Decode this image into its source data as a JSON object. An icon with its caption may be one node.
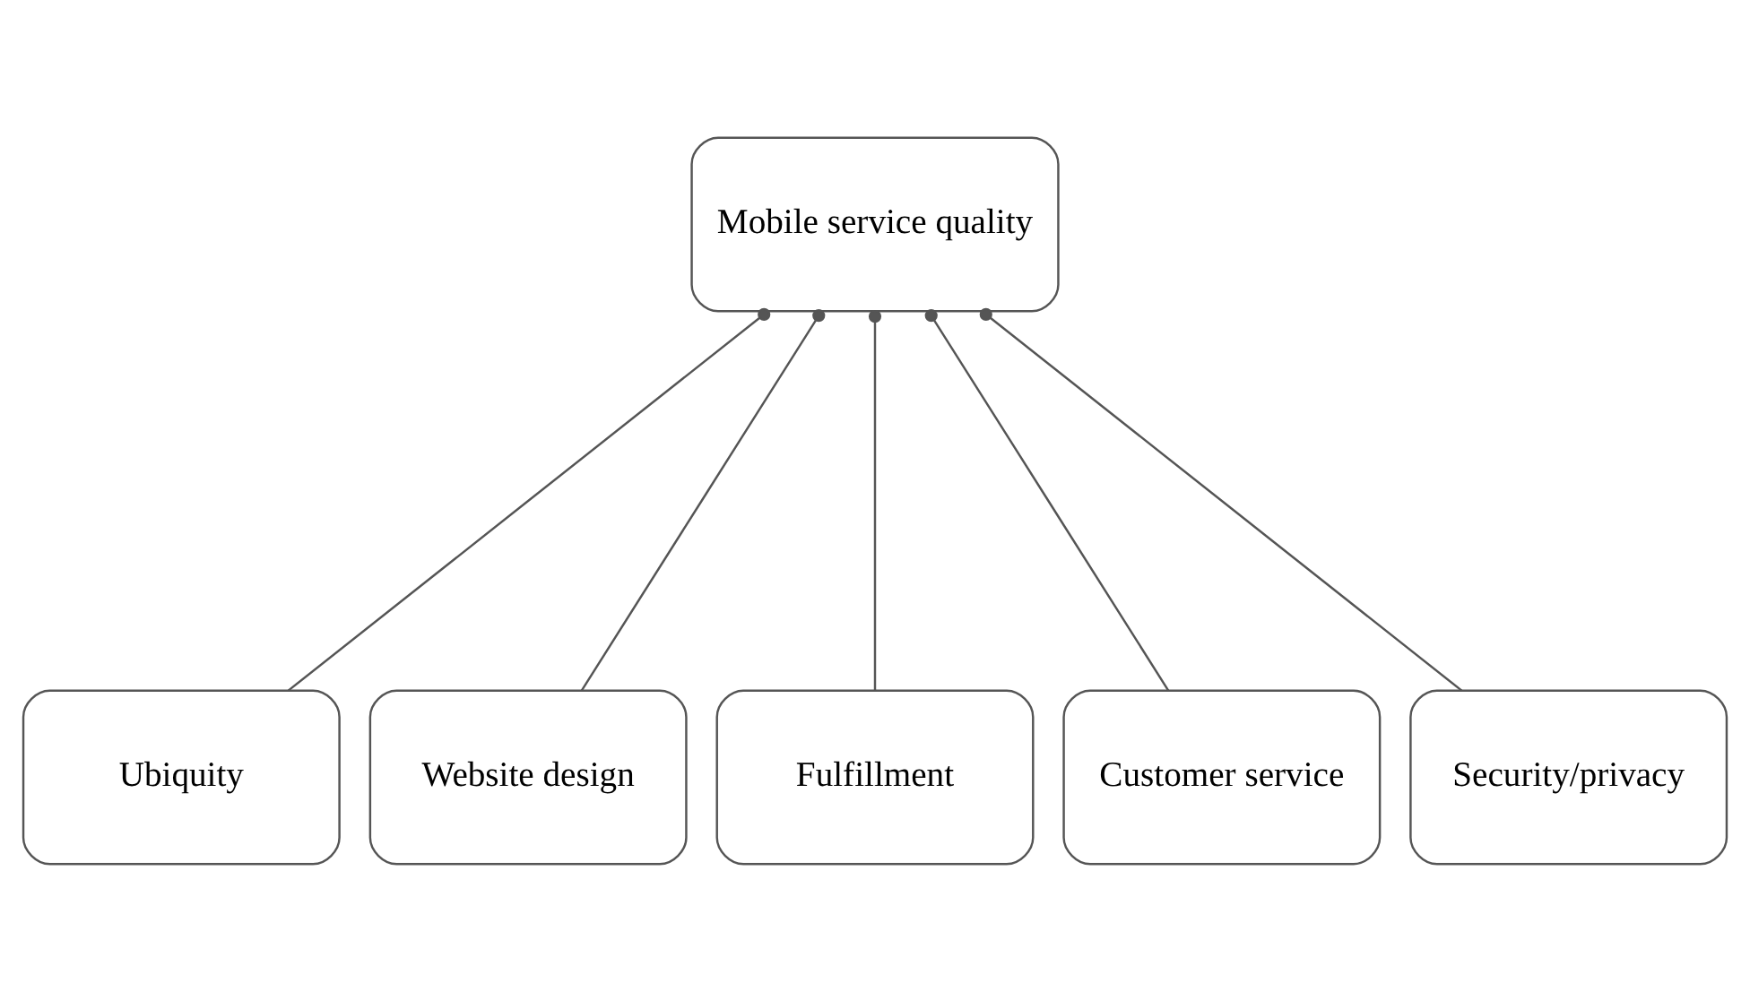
{
  "diagram": {
    "nodes": [
      {
        "text": [
          "Mobile service quality"
        ]
      },
      {
        "text": [
          "Ubiquity"
        ]
      },
      {
        "text": [
          "Website design"
        ]
      },
      {
        "text": [
          "Fulfillment"
        ]
      },
      {
        "text": [
          "Customer service"
        ]
      },
      {
        "text": [
          "Security/privacy"
        ]
      }
    ],
    "edges": [
      {
        "from": 0,
        "to": 1,
        "arrow": "other"
      },
      {
        "from": 0,
        "to": 2,
        "arrow": "other"
      },
      {
        "from": 0,
        "to": 3,
        "arrow": "other"
      },
      {
        "from": 0,
        "to": 4,
        "arrow": "other"
      },
      {
        "from": 0,
        "to": 5,
        "arrow": "other"
      }
    ]
  }
}
